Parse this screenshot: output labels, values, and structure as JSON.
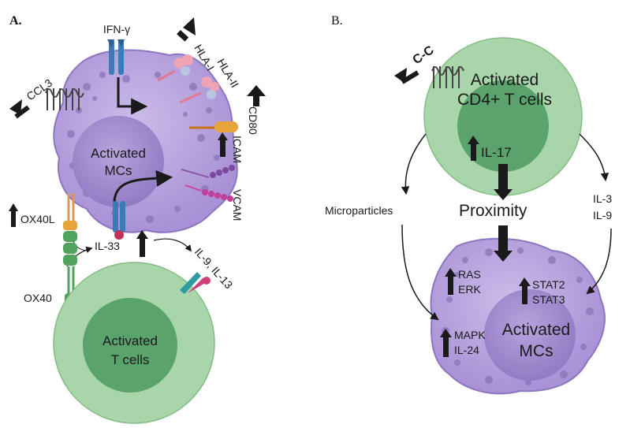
{
  "panel_a": {
    "label": "A.",
    "mast_cell_line1": "Activated",
    "mast_cell_line2": "MCs",
    "t_cell_line1": "Activated",
    "t_cell_line2": "T cells",
    "ifn_gamma": "IFN-γ",
    "hla_i": "HLA-I",
    "hla_ii": "HLA-II",
    "ccl3": "CCL3",
    "cd80": "CD80",
    "icam": "ICAM",
    "vcam": "VCAM",
    "ox40l": "OX40L",
    "ox40": "OX40",
    "il33": "IL-33",
    "il9_il13": "IL-9, IL-13"
  },
  "panel_b": {
    "label": "B.",
    "t_cell_line1": "Activated",
    "t_cell_line2": "CD4+ T cells",
    "cc": "C-C",
    "il17": "IL-17",
    "microparticles": "Microparticles",
    "proximity": "Proximity",
    "il3": "IL-3",
    "il9": "IL-9",
    "ras": "RAS",
    "erk": "ERK",
    "stat2": "STAT2",
    "stat3": "STAT3",
    "mapk": "MAPK",
    "il24": "IL-24",
    "mast_cell_line1": "Activated",
    "mast_cell_line2": "MCs"
  },
  "colors": {
    "mast_cell_outer": "#b9a6dd",
    "mast_cell_nucleus": "#9d88c9",
    "mast_cell_granule": "#8a74b8",
    "t_cell_outer": "#a6d3a8",
    "t_cell_nucleus": "#5aa36c",
    "arrow": "#1a1a1a"
  }
}
